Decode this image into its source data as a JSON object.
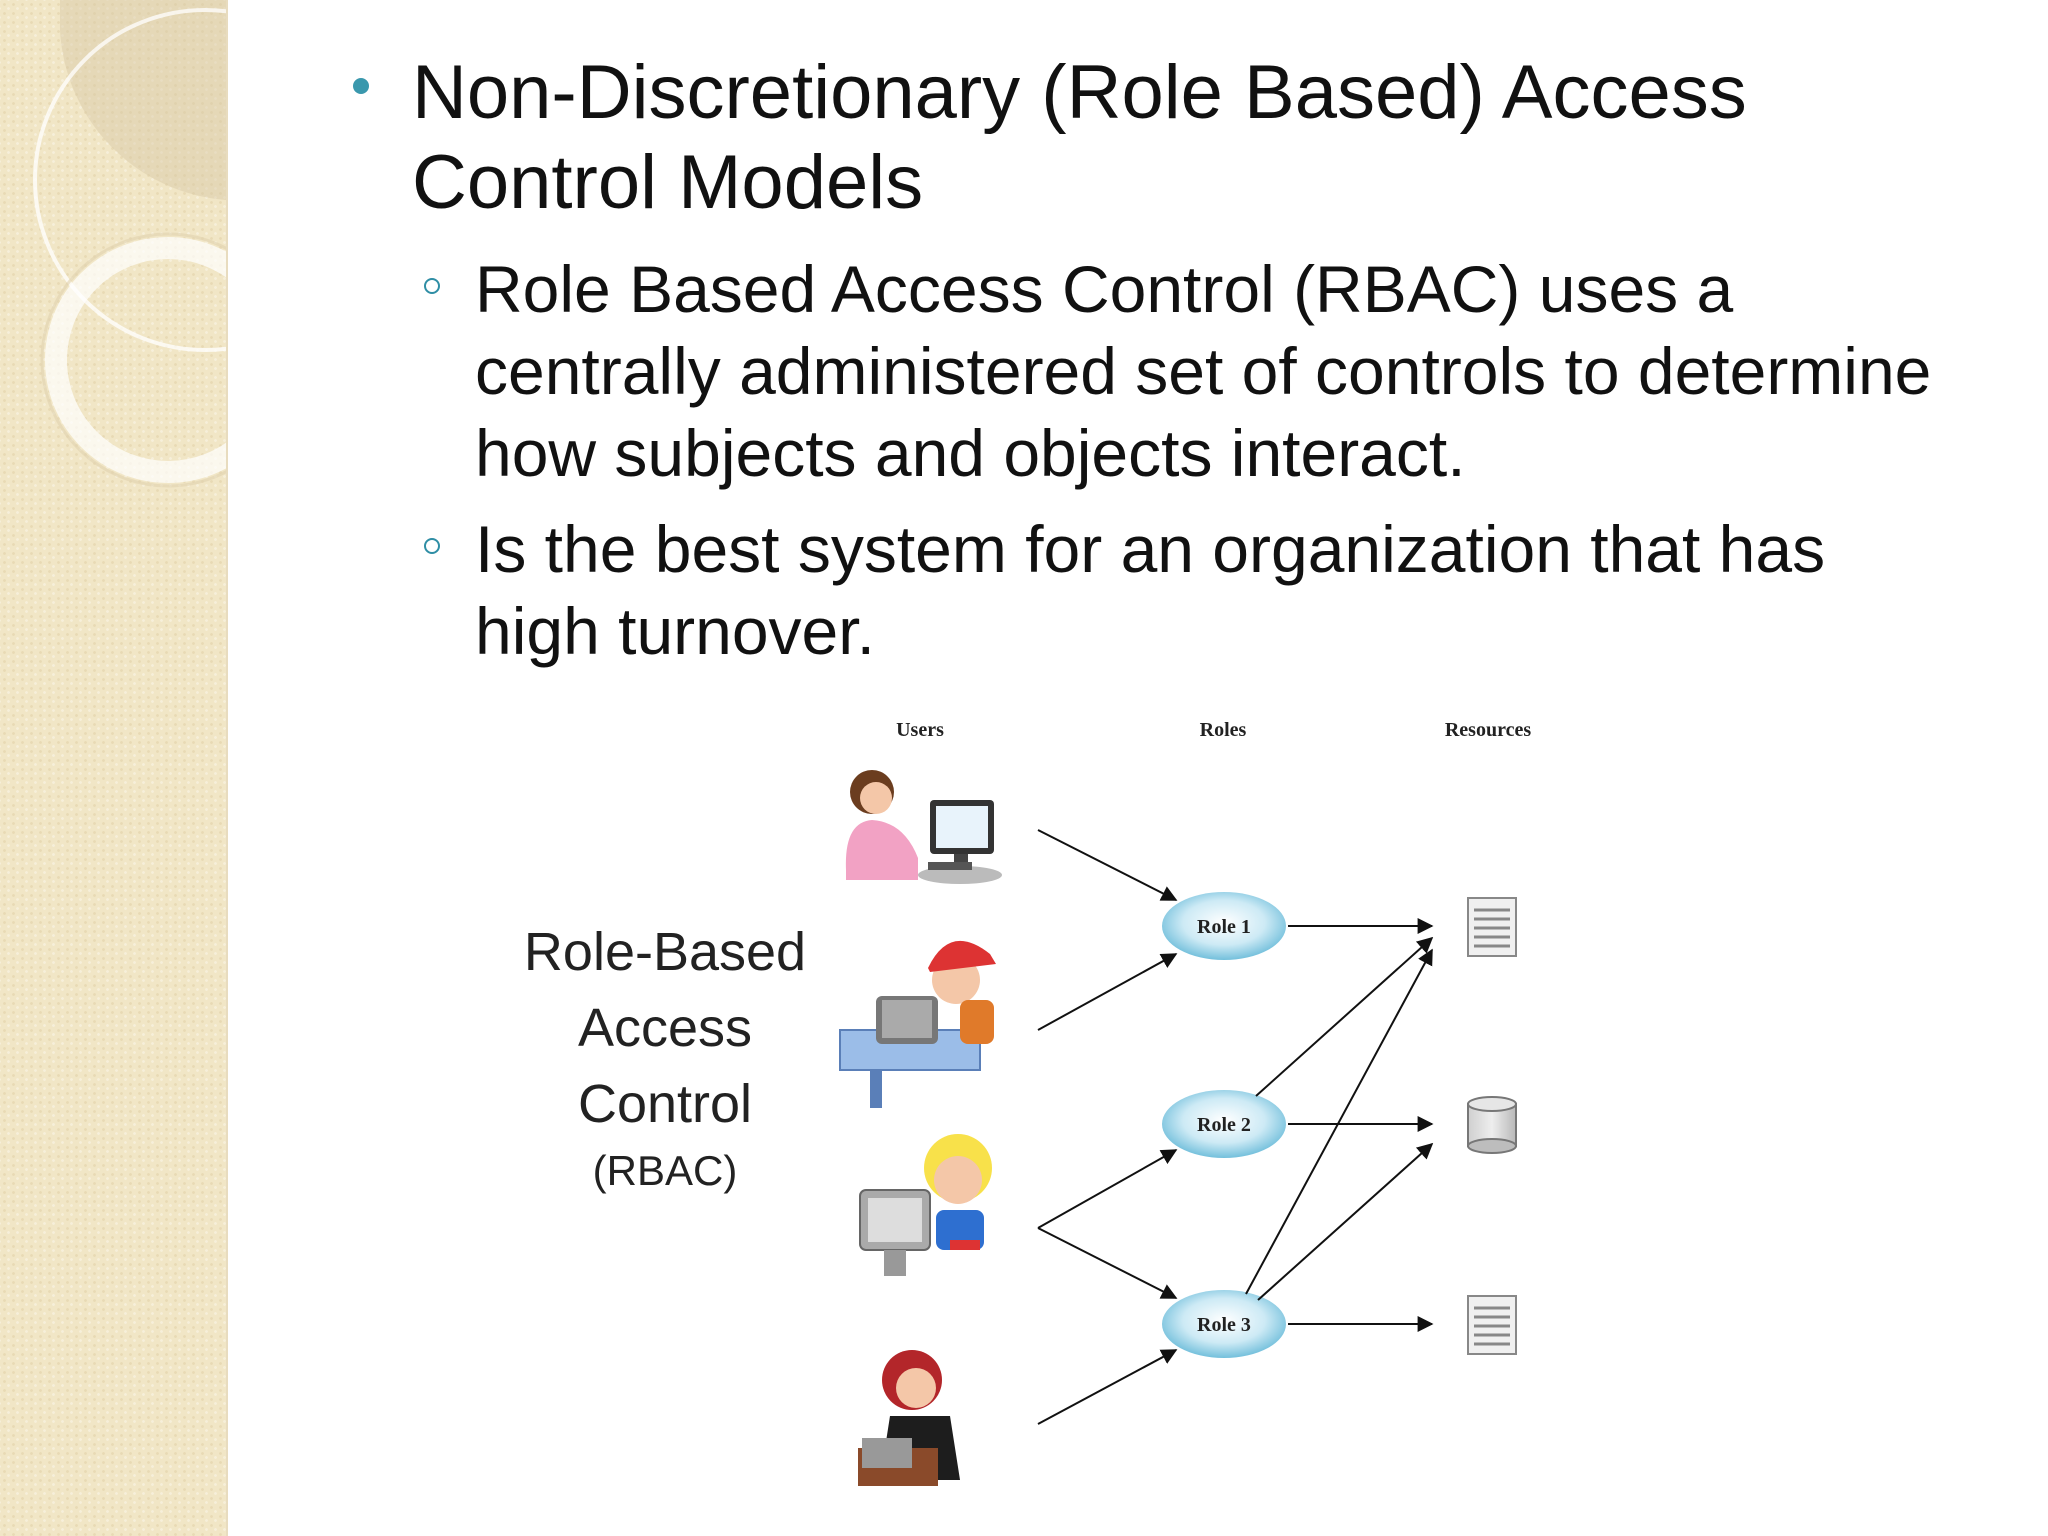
{
  "slide": {
    "title": "Non-Discretionary (Role Based) Access Control Models",
    "bullets": [
      "Role Based Access Control (RBAC) uses a centrally administered set of controls to determine how subjects and objects interact.",
      "Is the best system for an organization that has high turnover."
    ]
  },
  "figure": {
    "label_line1": "Role-Based",
    "label_line2": "Access",
    "label_line3": "Control",
    "label_abbr": "(RBAC)",
    "columns": {
      "users": "Users",
      "roles": "Roles",
      "resources": "Resources"
    },
    "roles": [
      "Role 1",
      "Role 2",
      "Role 3"
    ]
  },
  "colors": {
    "accent": "#3a98ad",
    "sidebar": "#f1e6c6",
    "role_fill": "#bfe4f2"
  }
}
